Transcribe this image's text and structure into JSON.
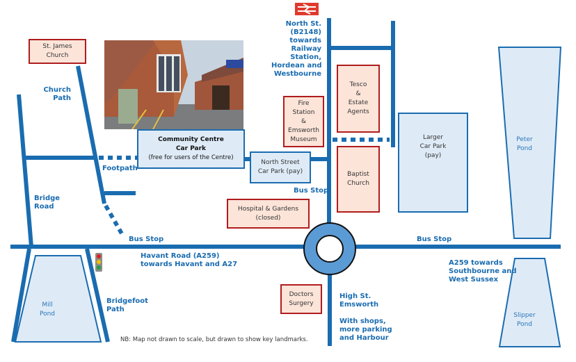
{
  "title": "Emsworth Community Centre location map",
  "colors": {
    "road": "#1a6cb0",
    "landmark_fill": "#fce4d9",
    "landmark_border": "#b01c1c",
    "carpark_fill": "#deebf7",
    "pond_fill": "#deebf7",
    "roundabout": "#5b9bd5",
    "rail_logo": "#e03a2e"
  },
  "road_labels": {
    "north_st": "North St.\n(B2148)\ntowards\nRailway\nStation,\nHordean and\nWestbourne",
    "church_path": "Church\nPath",
    "footpath": "Footpath",
    "bridge_road": "Bridge\nRoad",
    "bus_stop_west": "Bus Stop",
    "bus_stop_north": "Bus Stop",
    "bus_stop_east": "Bus Stop",
    "havant_road": "Havant Road (A259)\ntowards Havant and A27",
    "bridgefoot_path": "Bridgefoot\nPath",
    "high_st": "High St.\nEmsworth",
    "high_st_note": "With shops,\nmore parking\nand Harbour",
    "a259_east": "A259 towards\nSouthbourne and\nWest Sussex"
  },
  "landmarks": {
    "st_james": [
      "St. James",
      "Church"
    ],
    "fire_station": [
      "Fire",
      "Station",
      "&",
      "Emsworth",
      "Museum"
    ],
    "tesco": [
      "Tesco",
      "&",
      "Estate",
      "Agents"
    ],
    "baptist": [
      "Baptist",
      "Church"
    ],
    "hospital": [
      "Hospital & Gardens",
      "(closed)"
    ],
    "doctors": [
      "Doctors",
      "Surgery"
    ]
  },
  "car_parks": {
    "community": [
      "Community Centre",
      "Car Park",
      "(free for users of the Centre)"
    ],
    "north_street": [
      "North Street",
      "Car Park (pay)"
    ],
    "larger": [
      "Larger",
      "Car Park",
      "(pay)"
    ]
  },
  "ponds": {
    "peter": "Peter\nPond",
    "mill": "Mill\nPond",
    "slipper": "Slipper\nPond"
  },
  "photo": {
    "alt": "Emsworth Community Centre building"
  },
  "icons": {
    "rail": "national-rail-icon",
    "traffic_light": "traffic-light-icon",
    "roundabout": "roundabout-icon"
  },
  "note": "NB: Map not drawn to scale, but drawn to show key landmarks."
}
